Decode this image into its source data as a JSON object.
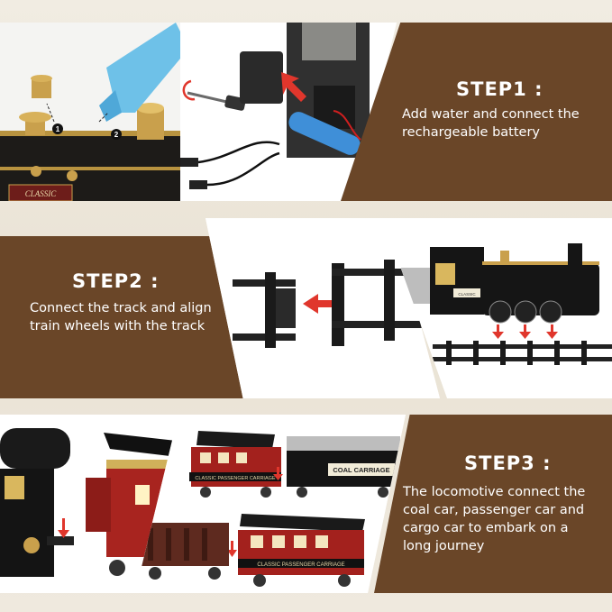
{
  "steps": [
    {
      "title": "STEP1 :",
      "desc_line1": "Add water and connect the",
      "desc_line2": "rechargeable battery"
    },
    {
      "title": "STEP2 :",
      "desc_line1": "Connect the track and align",
      "desc_line2": "train wheels with the track"
    },
    {
      "title": "STEP3 :",
      "desc_line1": "The locomotive connect the",
      "desc_line2": "coal car, passenger car and",
      "desc_line3": "cargo car to embark on a",
      "desc_line4": "long journey"
    }
  ],
  "photo_labels": {
    "callout_1": "1",
    "callout_2": "2",
    "classic_locomotive": "CLASSIC",
    "coal_carriage": "COAL CARRIAGE",
    "passenger_carriage_1": "CLASSIC PASSENGER CARRIAGE",
    "passenger_carriage_2": "CLASSIC PASSENGER CARRIAGE"
  },
  "colors": {
    "panel_brown": "#6a4628",
    "background_beige": "#efe9de",
    "arrow_red": "#e0362c"
  }
}
